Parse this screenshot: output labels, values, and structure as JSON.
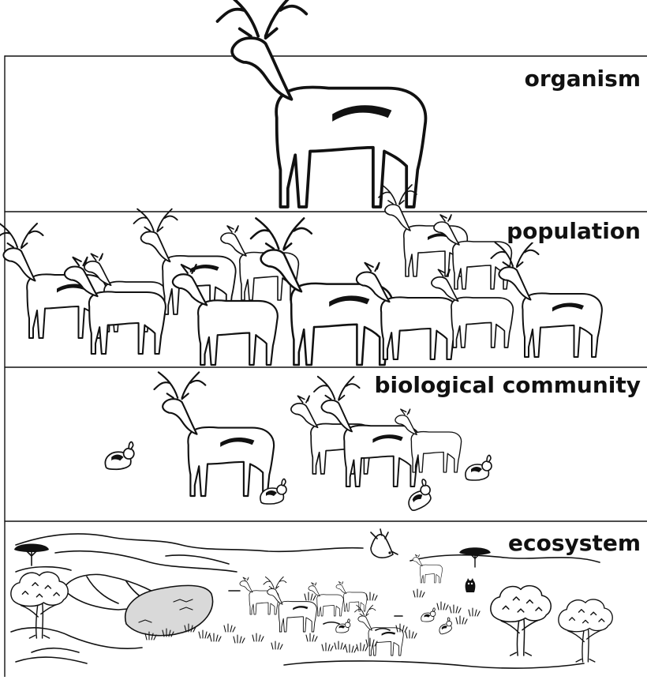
{
  "levels": {
    "organism": "organism",
    "population": "population",
    "community": "biological community",
    "ecosystem": "ecosystem"
  },
  "colors": {
    "ink": "#111111",
    "water": "#d9d9d9",
    "background": "#ffffff"
  },
  "icons": [
    "deer-icon",
    "rabbit-icon",
    "tree-icon",
    "eagle-icon",
    "owl-icon",
    "grass-tuft-icon",
    "pond-icon"
  ]
}
